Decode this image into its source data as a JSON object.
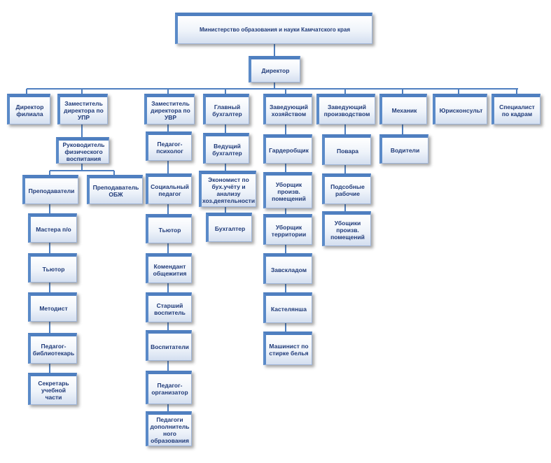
{
  "colors": {
    "line": "#4f7fc0",
    "text": "#1f3a78",
    "accent": "#4f7fc0"
  },
  "nodes": {
    "ministry": "Министерство образования и науки Камчатского края",
    "director": "Директор",
    "branch_director": "Директор филиала",
    "deputy_upr": "Заместитель директора по УПР",
    "head_pe": "Руководитель физического воспитания",
    "teachers": "Преподаватели",
    "teacher_obzh": "Преподаватель ОБЖ",
    "masters": "Мастера п/о",
    "tutor_upr": "Тьютор",
    "methodist": "Методист",
    "librarian": "Педагог-библиотекарь",
    "secretary": "Секретарь учебной части",
    "deputy_uvr": "Заместитель директора по УВР",
    "psychologist": "Педагог-психолог",
    "social_teacher": "Социальный педагог",
    "tutor_uvr": "Тьютор",
    "commandant": "Комендант общежития",
    "senior_educator": "Старший воспитель",
    "educators": "Воспитатели",
    "organizer": "Педагог-организатор",
    "additional_teachers": "Педагоги дополнитель ного образования",
    "chief_accountant": "Главный бухгалтер",
    "lead_accountant": "Ведущий бухгалтер",
    "economist": "Экономист по бух.учёту и анализу хоз.деятельности",
    "accountant": "Бухгалтер",
    "head_household": "Заведующий хозяйством",
    "cloakroom": "Гардеробщик",
    "cleaner_rooms": "Уборщик произв. помещений",
    "cleaner_territory": "Уборщик территории",
    "storekeeper": "Завскладом",
    "linen_keeper": "Кастелянша",
    "laundry_operator": "Машинист по стирке белья",
    "head_production": "Заведующий производством",
    "cooks": "Повара",
    "auxiliary_workers": "Подсобные рабочие",
    "cleaners_production": "Убощики произв. помещений",
    "mechanic": "Механик",
    "drivers": "Водители",
    "legal_adviser": "Юрисконсульт",
    "hr_specialist": "Специалист по кадрам"
  }
}
